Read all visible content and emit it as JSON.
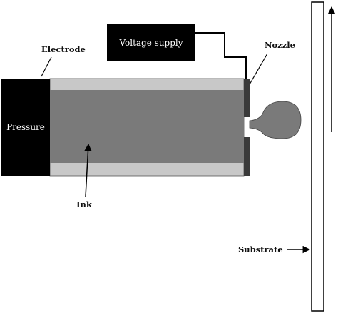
{
  "diagram": {
    "labels": {
      "electrode": "Electrode",
      "voltage_supply": "Voltage supply",
      "nozzle": "Nozzle",
      "pressure": "Pressure",
      "ink": "Ink",
      "substrate": "Substrate"
    },
    "colors": {
      "outer_barrel": "#c8c8c8",
      "ink_fill": "#7a7a7a",
      "nozzle_plate": "#3a3a3a",
      "droplet": "#7a7a7a",
      "block": "#000000",
      "line": "#000000"
    }
  }
}
